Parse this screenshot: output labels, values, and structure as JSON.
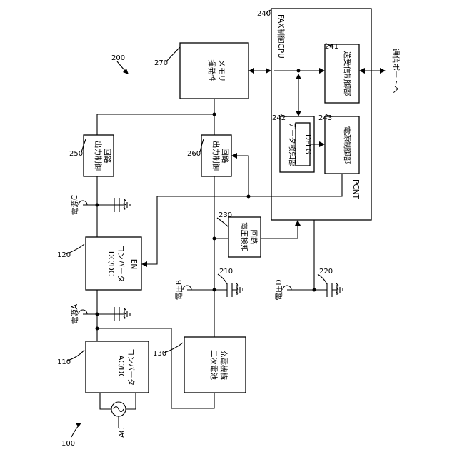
{
  "figure": {
    "ref_main": "200",
    "ref_outer": "100"
  },
  "blocks": {
    "ac_dc": {
      "ref": "110",
      "lines": [
        "AC/DC",
        "コンバータ"
      ]
    },
    "dc_dc": {
      "ref": "120",
      "lines": [
        "DC/DC",
        "コンバータ"
      ],
      "pin": "EN"
    },
    "charger": {
      "ref": "130",
      "lines": [
        "二次電池",
        "充電機構"
      ]
    },
    "volt_detect": {
      "ref": "230",
      "lines": [
        "電圧検知",
        "回路"
      ]
    },
    "out_ctrl_250": {
      "ref": "250",
      "lines": [
        "出力制御",
        "回路"
      ]
    },
    "out_ctrl_260": {
      "ref": "260",
      "lines": [
        "出力制御",
        "回路"
      ]
    },
    "memory": {
      "ref": "270",
      "lines": [
        "揮発性",
        "メモリ"
      ]
    },
    "cpu": {
      "ref": "240",
      "label": "FAX制御CPU"
    },
    "tx_rx": {
      "ref": "241",
      "lines": [
        "送受信制御部"
      ]
    },
    "data_detect": {
      "ref": "242",
      "lines": [
        "データ検知部"
      ],
      "flag": "DFLG"
    },
    "power_ctrl": {
      "ref": "243",
      "lines": [
        "電源制御部"
      ],
      "signal": "PCNT"
    }
  },
  "nodes": {
    "power_a": "電源A",
    "power_c": "電源C",
    "voltage_b": "電圧B",
    "voltage_d": "電圧D",
    "cap_210": "210",
    "cap_220": "220",
    "ac": "AC",
    "comm_port": "通信ポートへ"
  }
}
